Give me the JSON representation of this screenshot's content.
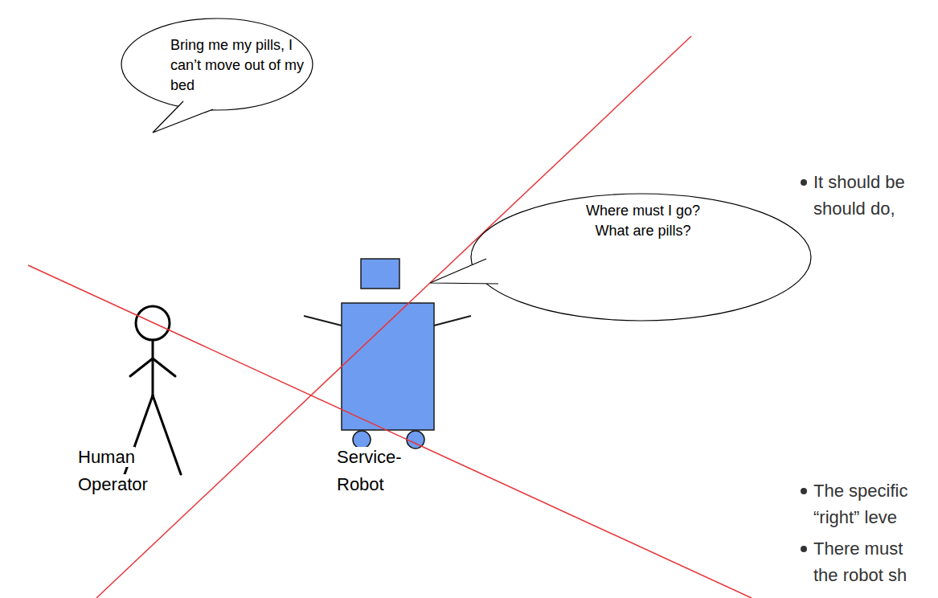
{
  "diagram": {
    "nodes": [
      {
        "text": [
          "Bring me my pills, I can’t move out of my bed"
        ]
      },
      {
        "text": [
          "Where must I go? What are pills?"
        ]
      }
    ],
    "labels": [
      "Human Operator",
      "Service-Robot",
      "It should be should do,",
      "The specific “right” leve",
      "There must the robot sh"
    ]
  }
}
